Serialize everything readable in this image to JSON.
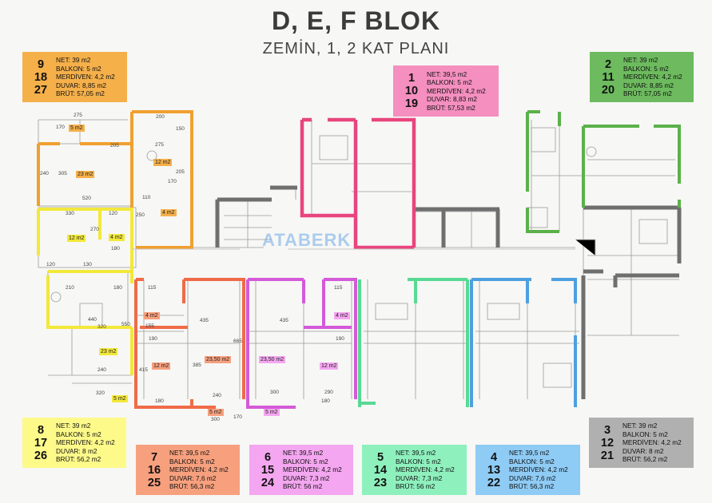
{
  "title": "D, E, F BLOK",
  "subtitle": "ZEMİN, 1, 2 KAT PLANI",
  "logo_text": "ATABERK",
  "cards": [
    {
      "id": "c9",
      "numbers": [
        "9",
        "18",
        "27"
      ],
      "color": "#f5b04a",
      "lines": [
        "NET: 39 m2",
        "BALKON: 5 m2",
        "MERDİVEN: 4,2 m2",
        "DUVAR: 8,85 m2",
        "BRÜT: 57,05 m2"
      ]
    },
    {
      "id": "c1",
      "numbers": [
        "1",
        "10",
        "19"
      ],
      "color": "#f48fbf",
      "lines": [
        "NET: 39,5 m2",
        "BALKON: 5 m2",
        "MERDİVEN: 4,2 m2",
        "DUVAR: 8,83 m2",
        "BRÜT: 57,53 m2"
      ]
    },
    {
      "id": "c2",
      "numbers": [
        "2",
        "11",
        "20"
      ],
      "color": "#6dbb5e",
      "lines": [
        "NET: 39 m2",
        "BALKON: 5 m2",
        "MERDİVEN: 4,2 m2",
        "DUVAR: 8,85 m2",
        "BRÜT: 57,05 m2"
      ]
    },
    {
      "id": "c8",
      "numbers": [
        "8",
        "17",
        "26"
      ],
      "color": "#fdfa8a",
      "lines": [
        "NET: 39 m2",
        "BALKON: 5 m2",
        "MERDİVEN: 4,2 m2",
        "DUVAR: 8 m2",
        "BRÜT: 56,2 m2"
      ]
    },
    {
      "id": "c7",
      "numbers": [
        "7",
        "16",
        "25"
      ],
      "color": "#f7a07e",
      "lines": [
        "NET: 39,5 m2",
        "BALKON: 5 m2",
        "MERDİVEN: 4,2 m2",
        "DUVAR: 7,6 m2",
        "BRÜT: 56,3 m2"
      ]
    },
    {
      "id": "c6",
      "numbers": [
        "6",
        "15",
        "24"
      ],
      "color": "#f4a6f0",
      "lines": [
        "NET: 39,5 m2",
        "BALKON: 5 m2",
        "MERDİVEN: 4,2 m2",
        "DUVAR: 7,3 m2",
        "BRÜT: 56 m2"
      ]
    },
    {
      "id": "c5",
      "numbers": [
        "5",
        "14",
        "23"
      ],
      "color": "#8ef0bd",
      "lines": [
        "NET: 39,5 m2",
        "BALKON: 5 m2",
        "MERDİVEN: 4,2 m2",
        "DUVAR: 7,3 m2",
        "BRÜT: 56 m2"
      ]
    },
    {
      "id": "c4",
      "numbers": [
        "4",
        "13",
        "22"
      ],
      "color": "#8ecbf5",
      "lines": [
        "NET: 39,5 m2",
        "BALKON: 5 m2",
        "MERDİVEN: 4,2 m2",
        "DUVAR: 7,6 m2",
        "BRÜT: 56,3 m2"
      ]
    },
    {
      "id": "c3",
      "numbers": [
        "3",
        "12",
        "21"
      ],
      "color": "#b0b0b0",
      "lines": [
        "NET: 39 m2",
        "BALKON: 5 m2",
        "MERDİVEN: 4,2 m2",
        "DUVAR: 8 m2",
        "BRÜT: 56,2 m2"
      ]
    }
  ],
  "unit_colors": {
    "orange": "#f0a030",
    "pink": "#e8457f",
    "green": "#5bb14a",
    "yellow": "#f2e83a",
    "salmon": "#ef6b48",
    "magenta": "#d45ad9",
    "mint": "#58d994",
    "blue": "#4ca0e0",
    "gray": "#7a7a7a"
  },
  "room_labels": [
    {
      "id": "r1",
      "text": "5 m2",
      "bg": "#f5b04a"
    },
    {
      "id": "r2",
      "text": "23 m2",
      "bg": "#f5b04a"
    },
    {
      "id": "r3",
      "text": "12 m2",
      "bg": "#f5b04a"
    },
    {
      "id": "r4",
      "text": "4 m2",
      "bg": "#f5b04a"
    },
    {
      "id": "r5",
      "text": "12 m2",
      "bg": "#f2e83a"
    },
    {
      "id": "r6",
      "text": "4 m2",
      "bg": "#f2e83a"
    },
    {
      "id": "r7",
      "text": "23 m2",
      "bg": "#f2e83a"
    },
    {
      "id": "r8",
      "text": "5 m2",
      "bg": "#f2e83a"
    },
    {
      "id": "r9",
      "text": "4 m2",
      "bg": "#f7a07e"
    },
    {
      "id": "r10",
      "text": "12 m2",
      "bg": "#f7a07e"
    },
    {
      "id": "r11",
      "text": "23,50 m2",
      "bg": "#f7a07e"
    },
    {
      "id": "r12",
      "text": "5 m2",
      "bg": "#f7a07e"
    },
    {
      "id": "r13",
      "text": "23,50 m2",
      "bg": "#f4a6f0"
    },
    {
      "id": "r14",
      "text": "12 m2",
      "bg": "#f4a6f0"
    },
    {
      "id": "r15",
      "text": "4 m2",
      "bg": "#f4a6f0"
    },
    {
      "id": "r16",
      "text": "5 m2",
      "bg": "#f4a6f0"
    }
  ],
  "dimensions": [
    {
      "id": "d1",
      "text": "275"
    },
    {
      "id": "d2",
      "text": "200"
    },
    {
      "id": "d3",
      "text": "170"
    },
    {
      "id": "d4",
      "text": "150"
    },
    {
      "id": "d5",
      "text": "205"
    },
    {
      "id": "d6",
      "text": "275"
    },
    {
      "id": "d7",
      "text": "305"
    },
    {
      "id": "d8",
      "text": "240"
    },
    {
      "id": "d9",
      "text": "205"
    },
    {
      "id": "d10",
      "text": "170"
    },
    {
      "id": "d11",
      "text": "520"
    },
    {
      "id": "d12",
      "text": "110"
    },
    {
      "id": "d13",
      "text": "330"
    },
    {
      "id": "d14",
      "text": "120"
    },
    {
      "id": "d15",
      "text": "270"
    },
    {
      "id": "d16",
      "text": "250"
    },
    {
      "id": "d17",
      "text": "120"
    },
    {
      "id": "d18",
      "text": "180"
    },
    {
      "id": "d19",
      "text": "130"
    },
    {
      "id": "d20",
      "text": "210"
    },
    {
      "id": "d21",
      "text": "180"
    },
    {
      "id": "d22",
      "text": "440"
    },
    {
      "id": "d23",
      "text": "320"
    },
    {
      "id": "d24",
      "text": "550"
    },
    {
      "id": "d25",
      "text": "240"
    },
    {
      "id": "d26",
      "text": "320"
    },
    {
      "id": "d27",
      "text": "115"
    },
    {
      "id": "d28",
      "text": "435"
    },
    {
      "id": "d29",
      "text": "155"
    },
    {
      "id": "d30",
      "text": "190"
    },
    {
      "id": "d31",
      "text": "415"
    },
    {
      "id": "d32",
      "text": "385"
    },
    {
      "id": "d33",
      "text": "665"
    },
    {
      "id": "d34",
      "text": "240"
    },
    {
      "id": "d35",
      "text": "180"
    },
    {
      "id": "d36",
      "text": "300"
    },
    {
      "id": "d37",
      "text": "170"
    },
    {
      "id": "d38",
      "text": "435"
    },
    {
      "id": "d39",
      "text": "115"
    },
    {
      "id": "d40",
      "text": "190"
    },
    {
      "id": "d41",
      "text": "290"
    },
    {
      "id": "d42",
      "text": "180"
    },
    {
      "id": "d43",
      "text": "300"
    }
  ]
}
